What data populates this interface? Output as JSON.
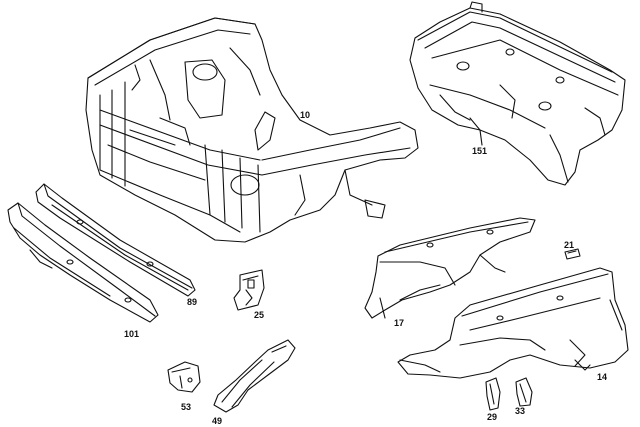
{
  "parts": [
    {
      "id": "front-frame-assembly",
      "label": "10"
    },
    {
      "id": "firewall-panel",
      "label": "151"
    },
    {
      "id": "radiator-support-lower",
      "label": "89"
    },
    {
      "id": "radiator-support-crossmember",
      "label": "101"
    },
    {
      "id": "small-bracket",
      "label": "25"
    },
    {
      "id": "inner-fender-left",
      "label": "17"
    },
    {
      "id": "clip",
      "label": "21"
    },
    {
      "id": "inner-fender-right",
      "label": "14"
    },
    {
      "id": "mount-bracket",
      "label": "53"
    },
    {
      "id": "side-member",
      "label": "49"
    },
    {
      "id": "support-strut-a",
      "label": "29"
    },
    {
      "id": "support-strut-b",
      "label": "33"
    }
  ]
}
